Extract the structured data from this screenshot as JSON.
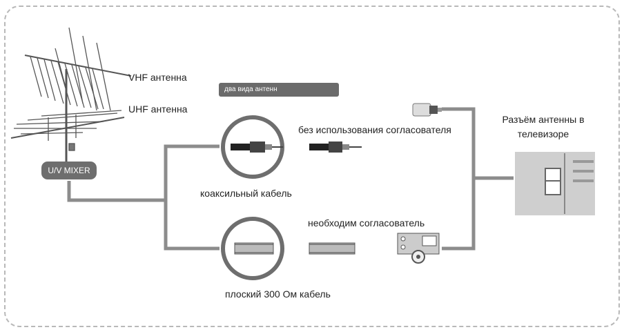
{
  "labels": {
    "vhf_antenna": "VHF антенна",
    "uhf_antenna": "UHF антенна",
    "mixer": "U/V MIXER",
    "banner": "два вида антенн",
    "without_balun": "без использования согласователя",
    "with_balun": "необходим согласователь",
    "coax_cable": "коаксильный кабель",
    "flat_cable": "плоский 300 Ом кабель",
    "tv_connector": "Разъём антенны в телевизоре"
  },
  "colors": {
    "line": "#8c8c8c",
    "mixer_fill": "#6e6e6e",
    "banner_fill": "#6b6b6b",
    "tv_panel": "#cfcfcf",
    "frame": "#b8b8b8"
  },
  "icons": [
    "antenna-icon",
    "coax-connector-icon",
    "flat-cable-icon",
    "balun-transformer-icon",
    "f-connector-plug-icon",
    "tv-antenna-socket-icon"
  ]
}
